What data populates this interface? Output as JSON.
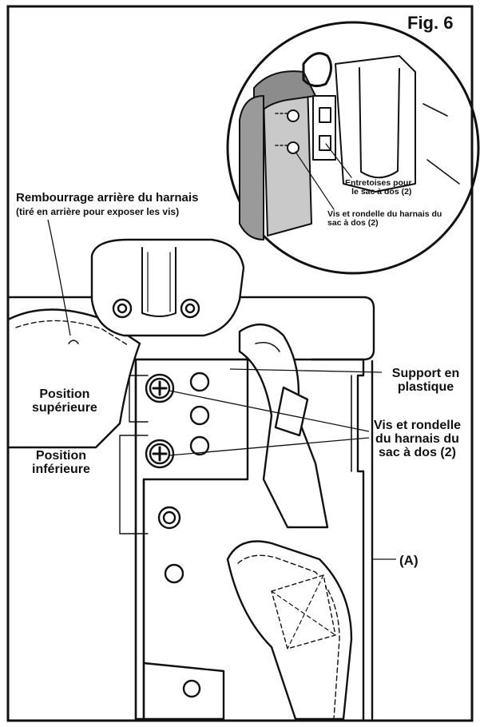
{
  "figure": {
    "title": "Fig. 6",
    "labels": {
      "back_pad_title": "Rembourrage arrière du harnais",
      "back_pad_note": "(tiré en arrière pour exposer les vis)",
      "upper_position_line1": "Position",
      "upper_position_line2": "supérieure",
      "lower_position_line1": "Position",
      "lower_position_line2": "inférieure",
      "plastic_support_line1": "Support en",
      "plastic_support_line2": "plastique",
      "screw_washer_line1": "Vis et rondelle",
      "screw_washer_line2": "du harnais du",
      "screw_washer_line3": "sac à dos (2)",
      "part_a": "(A)",
      "inset_spacers_line1": "Entretoises pour",
      "inset_spacers_line2": "le sac à dos (2)",
      "inset_screws_line1": "Vis et rondelle du harnais du",
      "inset_screws_line2": "sac à dos (2)"
    }
  }
}
